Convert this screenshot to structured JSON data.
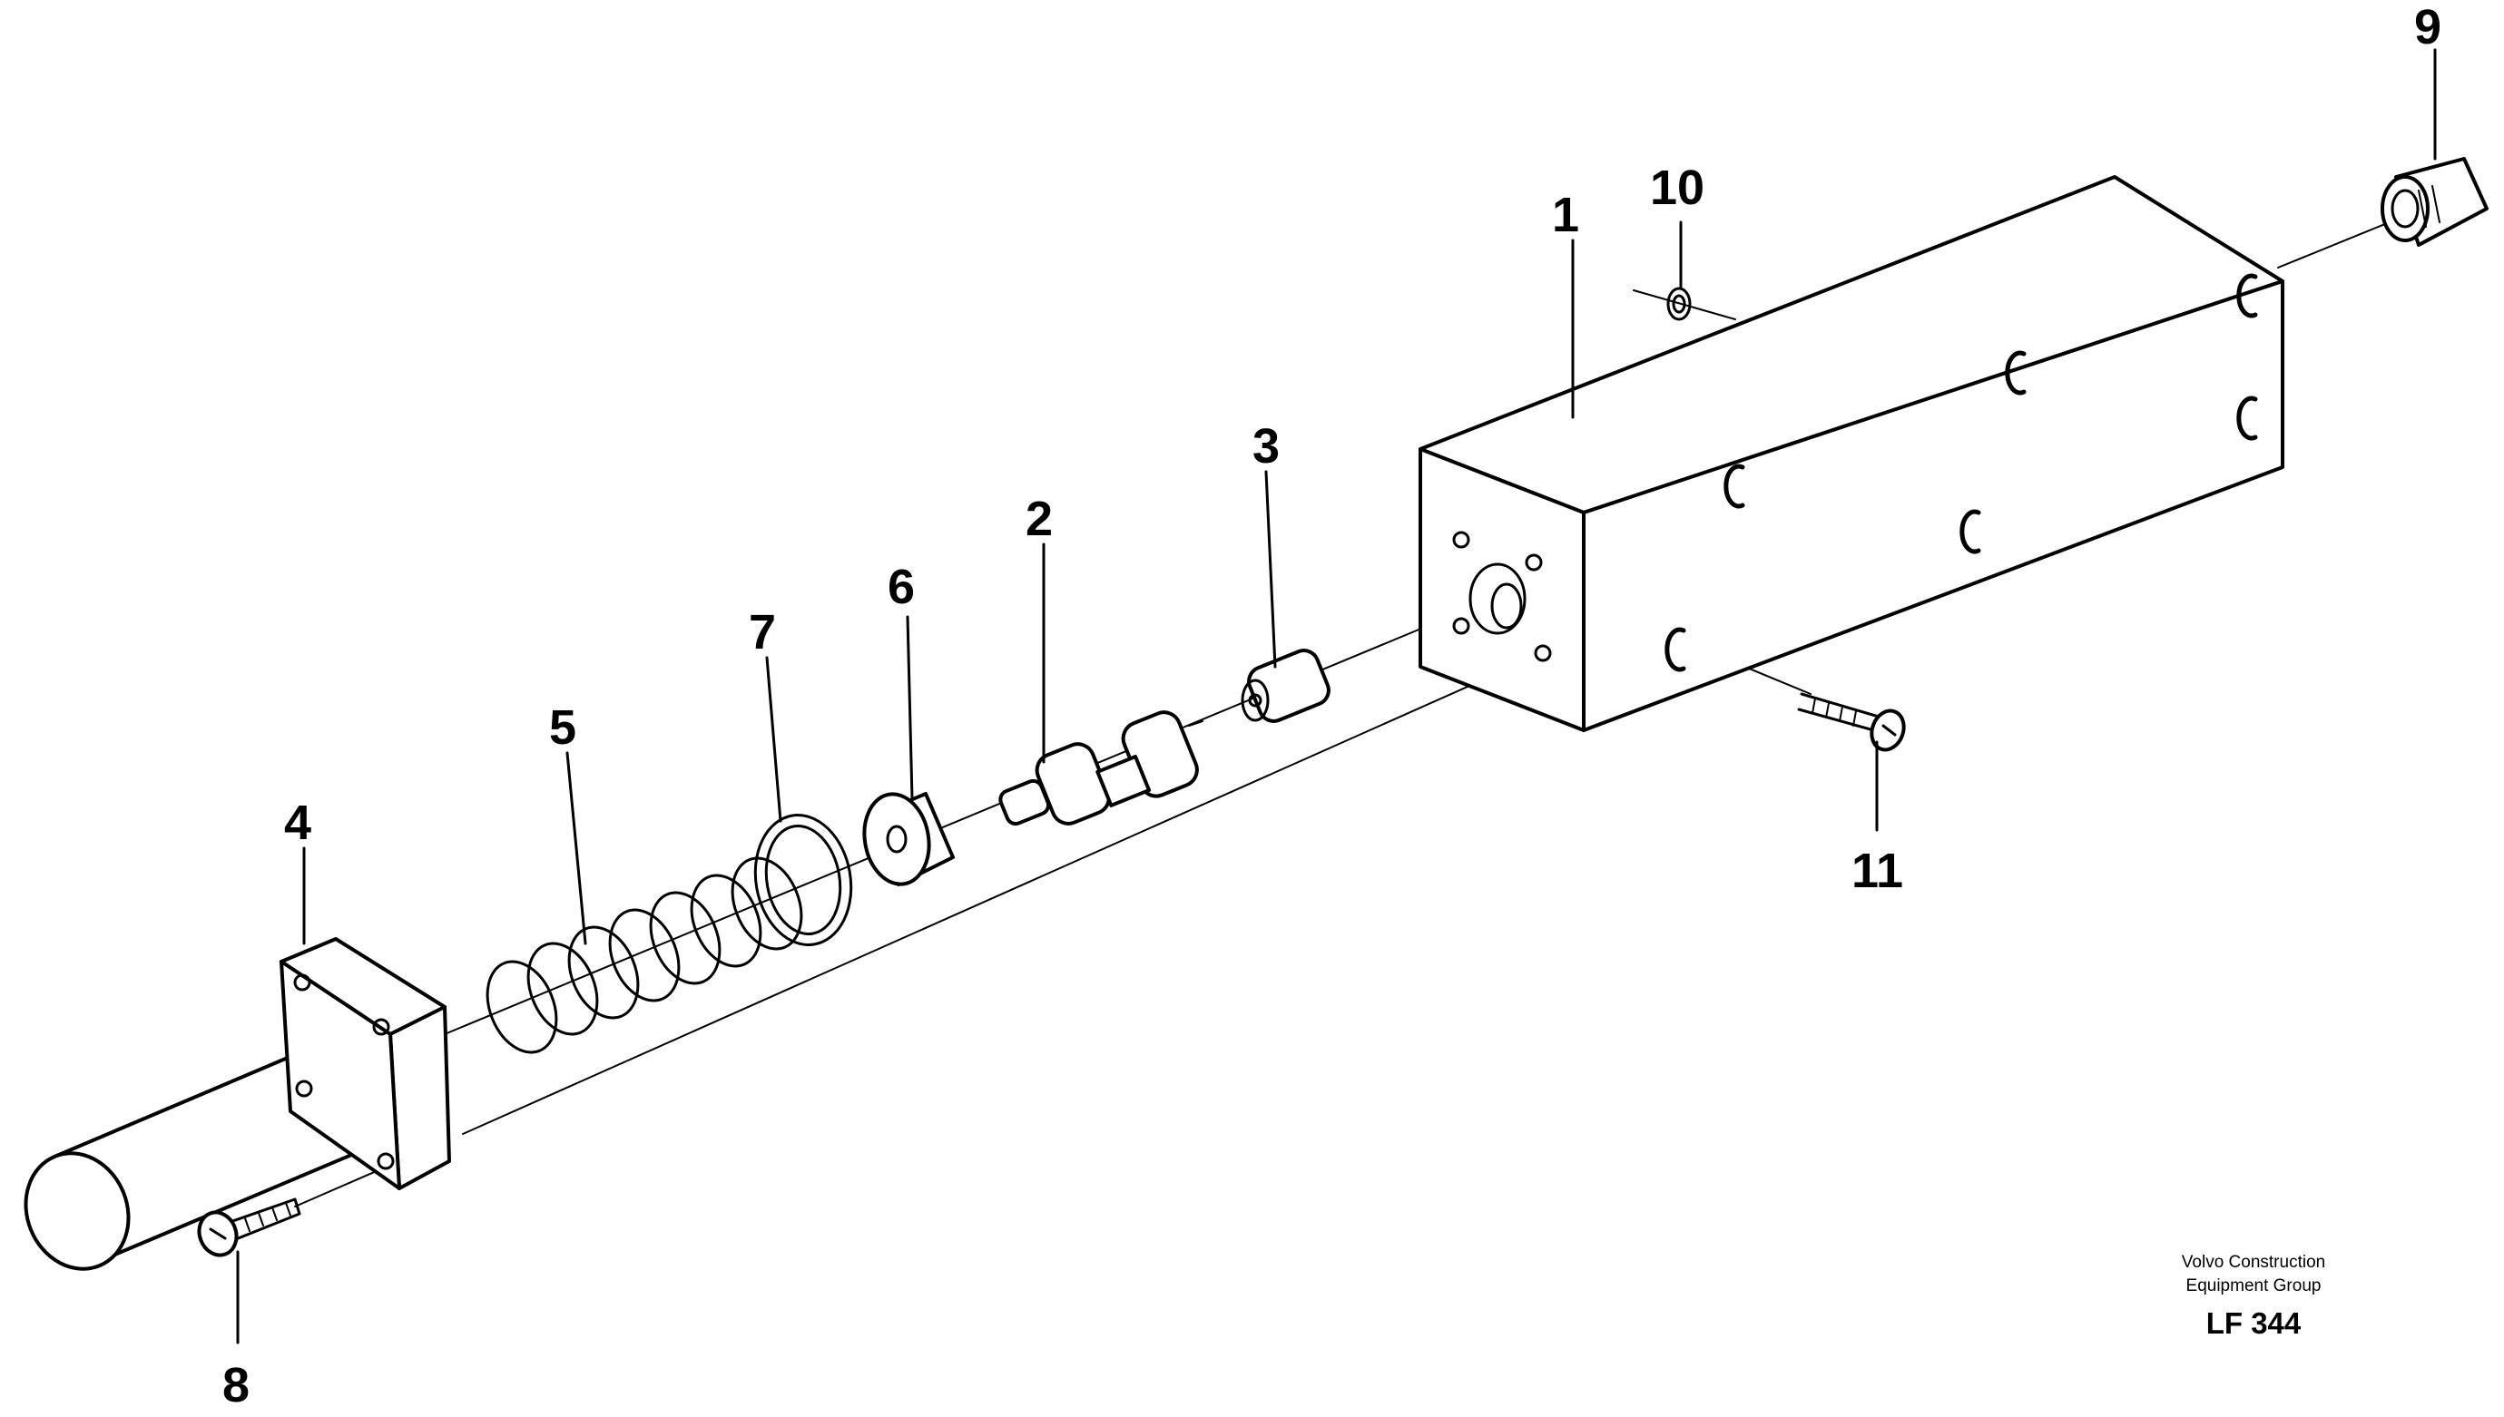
{
  "diagram": {
    "parts": [
      {
        "id": "1",
        "label": "1"
      },
      {
        "id": "2",
        "label": "2"
      },
      {
        "id": "3",
        "label": "3"
      },
      {
        "id": "4",
        "label": "4"
      },
      {
        "id": "5",
        "label": "5"
      },
      {
        "id": "6",
        "label": "6"
      },
      {
        "id": "7",
        "label": "7"
      },
      {
        "id": "8",
        "label": "8"
      },
      {
        "id": "9",
        "label": "9"
      },
      {
        "id": "10",
        "label": "10"
      },
      {
        "id": "11",
        "label": "11"
      }
    ],
    "credit_line1": "Volvo Construction",
    "credit_line2": "Equipment Group",
    "figure_code": "LF 344",
    "ink_color": "#000000",
    "background_color": "#ffffff"
  }
}
